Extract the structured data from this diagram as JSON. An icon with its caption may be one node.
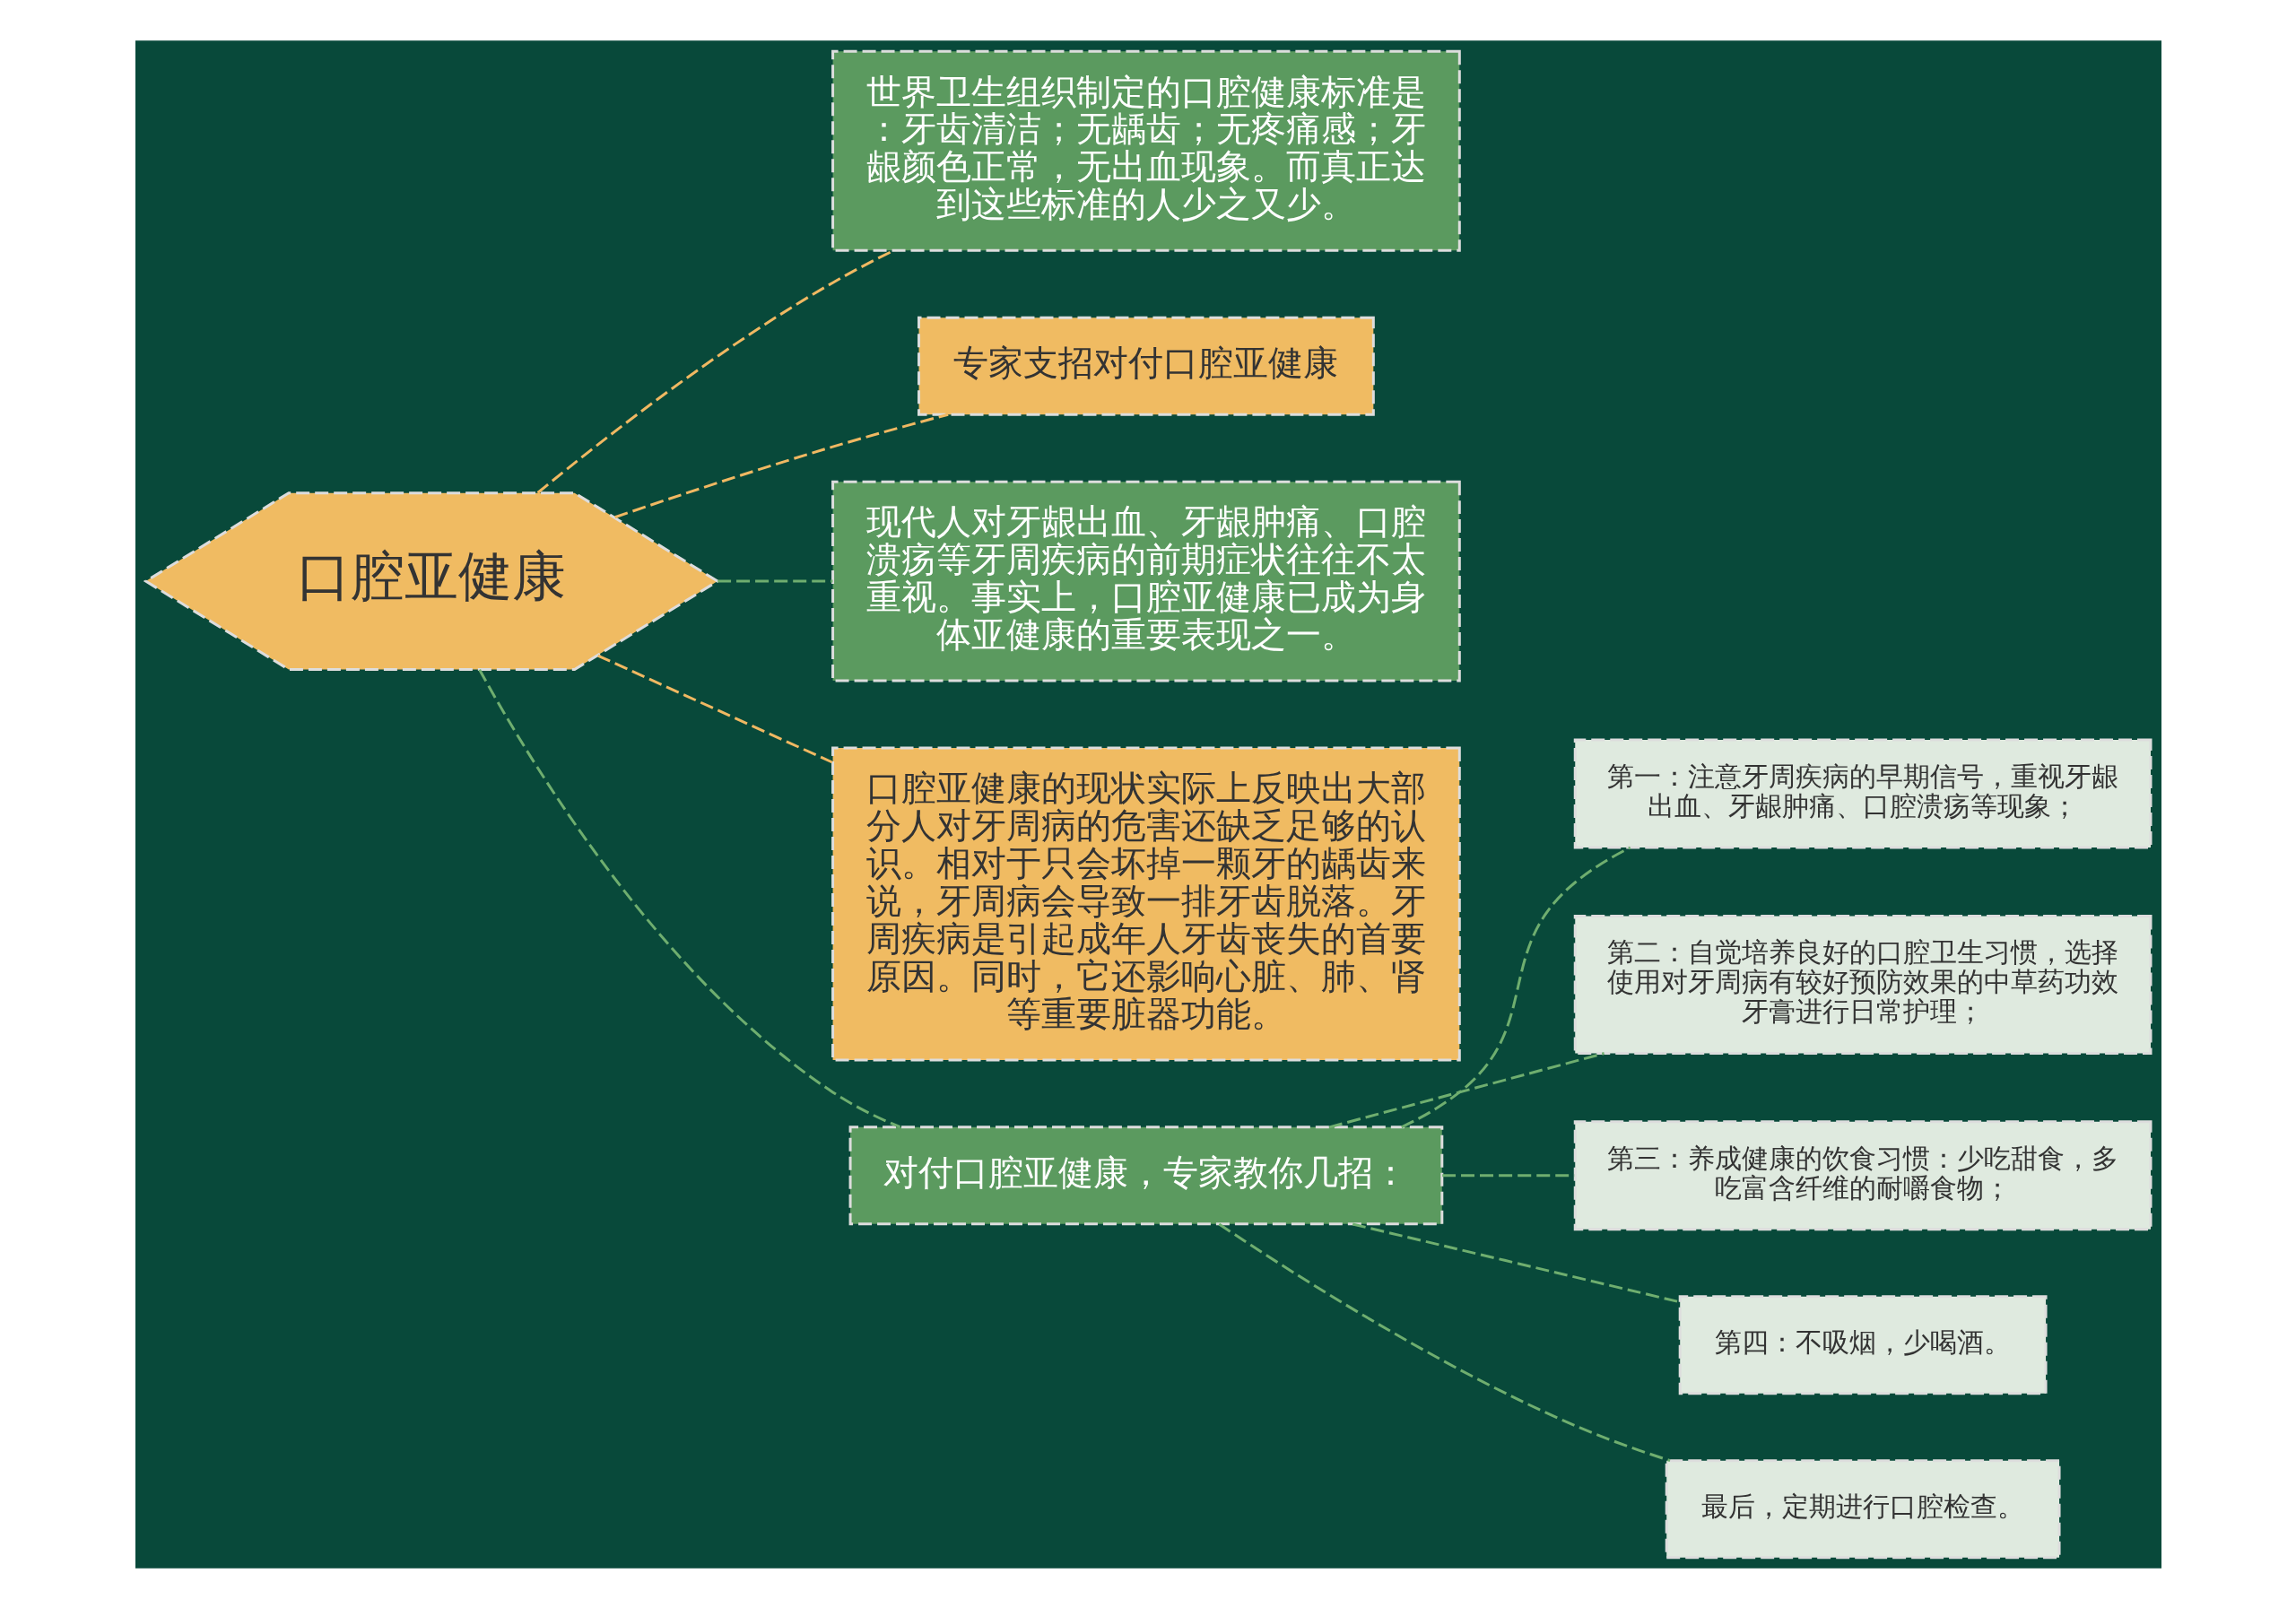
{
  "diagram": {
    "nodes": [
      {
        "text": [
          "口腔亚健康"
        ]
      },
      {
        "text": [
          "世界卫生组织制定的口腔健康标准是：牙齿清洁；无龋齿；无疼痛感；牙龈颜色正常，无出血现象。而真正达到这些标准的人少之又少。"
        ]
      },
      {
        "text": [
          "专家支招对付口腔亚健康"
        ]
      },
      {
        "text": [
          "现代人对牙龈出血、牙龈肿痛、口腔溃疡等牙周疾病的前期症状往往不太重视。事实上，口腔亚健康已成为身体亚健康的重要表现之一。"
        ]
      },
      {
        "text": [
          "口腔亚健康的现状实际上反映出大部分人对牙周病的危害还缺乏足够的认识。相对于只会坏掉一颗牙的龋齿来说，牙周病会导致一排牙齿脱落。牙周疾病是引起成年人牙齿丧失的首要原因。同时，它还影响心脏、肺、肾等重要脏器功能。"
        ]
      },
      {
        "text": [
          "对付口腔亚健康，专家教你几招："
        ]
      },
      {
        "text": [
          "第一：注意牙周疾病的早期信号，重视牙龈出血、牙龈肿痛、口腔溃疡等现象；"
        ]
      },
      {
        "text": [
          "第二：自觉培养良好的口腔卫生习惯，选择使用对牙周病有较好预防效果的中草药功效牙膏进行日常护理；"
        ]
      },
      {
        "text": [
          "第三：养成健康的饮食习惯：少吃甜食，多吃富含纤维的耐嚼食物；"
        ]
      },
      {
        "text": [
          "第四：不吸烟，少喝酒。"
        ]
      },
      {
        "text": [
          "最后，定期进行口腔检查。"
        ]
      }
    ],
    "edges": [
      {
        "from": 0,
        "to": 1,
        "arrow": "none",
        "style": "dashed",
        "color": "#f0b862"
      },
      {
        "from": 0,
        "to": 2,
        "arrow": "none",
        "style": "dashed",
        "color": "#f0b862"
      },
      {
        "from": 0,
        "to": 3,
        "arrow": "none",
        "style": "dashed"
      },
      {
        "from": 0,
        "to": 4,
        "arrow": "none",
        "style": "dashed",
        "color": "#f0b862"
      },
      {
        "from": 0,
        "to": 5,
        "arrow": "none",
        "style": "dashed"
      },
      {
        "from": 5,
        "to": 6,
        "arrow": "none",
        "style": "dashed"
      },
      {
        "from": 5,
        "to": 7,
        "arrow": "none",
        "style": "dashed"
      },
      {
        "from": 5,
        "to": 8,
        "arrow": "none",
        "style": "dashed"
      },
      {
        "from": 5,
        "to": 9,
        "arrow": "none",
        "style": "dashed"
      },
      {
        "from": 5,
        "to": 10,
        "arrow": "none",
        "style": "dashed"
      }
    ]
  }
}
